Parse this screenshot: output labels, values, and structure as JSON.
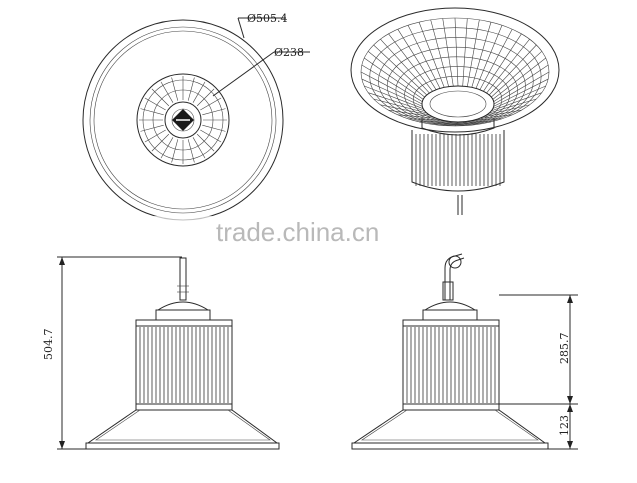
{
  "dimensions": {
    "outer_diameter": "Ø505.4",
    "inner_diameter": "Ø238",
    "total_height": "504.7",
    "body_height": "285.7",
    "reflector_height": "123"
  },
  "watermark": "trade.china.cn"
}
